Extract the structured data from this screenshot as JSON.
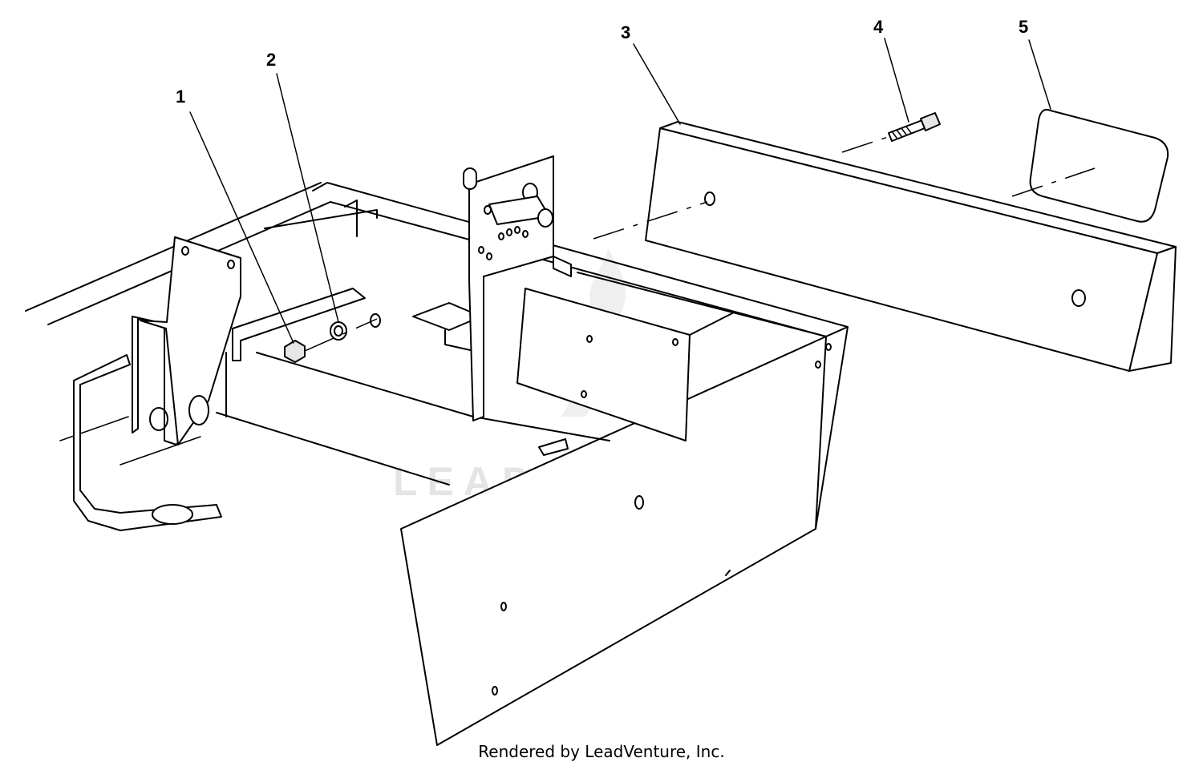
{
  "callouts": [
    {
      "number": "1"
    },
    {
      "number": "2"
    },
    {
      "number": "3"
    },
    {
      "number": "4"
    },
    {
      "number": "5"
    }
  ],
  "watermark": "LEADVENTURE",
  "credit": "Rendered by LeadVenture, Inc."
}
